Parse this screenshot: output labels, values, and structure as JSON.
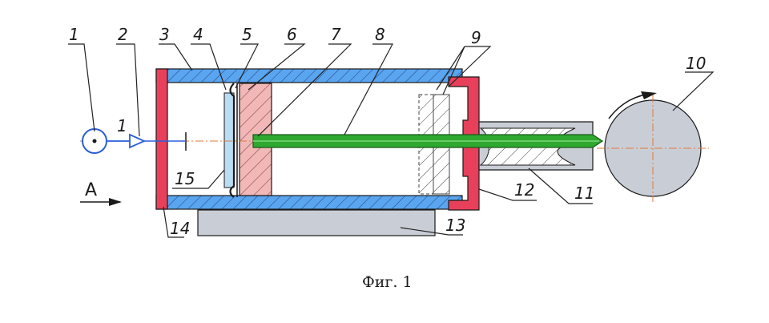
{
  "caption": "Фиг. 1",
  "view_label": "A",
  "signal_label": "1",
  "labels": {
    "l1": "1",
    "l2": "2",
    "l3": "3",
    "l4": "4",
    "l5": "5",
    "l6": "6",
    "l7": "7",
    "l8": "8",
    "l9": "9",
    "l10": "10",
    "l11": "11",
    "l12": "12",
    "l13": "13",
    "l14": "14",
    "l15": "15"
  },
  "colors": {
    "body": "#5aa5f0",
    "cover": "#e8405a",
    "piston": "#f2b8b8",
    "membrane": "#bcdcf4",
    "rod": "#2fa82f",
    "base": "#c9cdd6",
    "nozzle": "#c9cdd6",
    "roller": "#c9cdd6",
    "source": "#2a5ed8",
    "outline": "#1a1a1a"
  }
}
